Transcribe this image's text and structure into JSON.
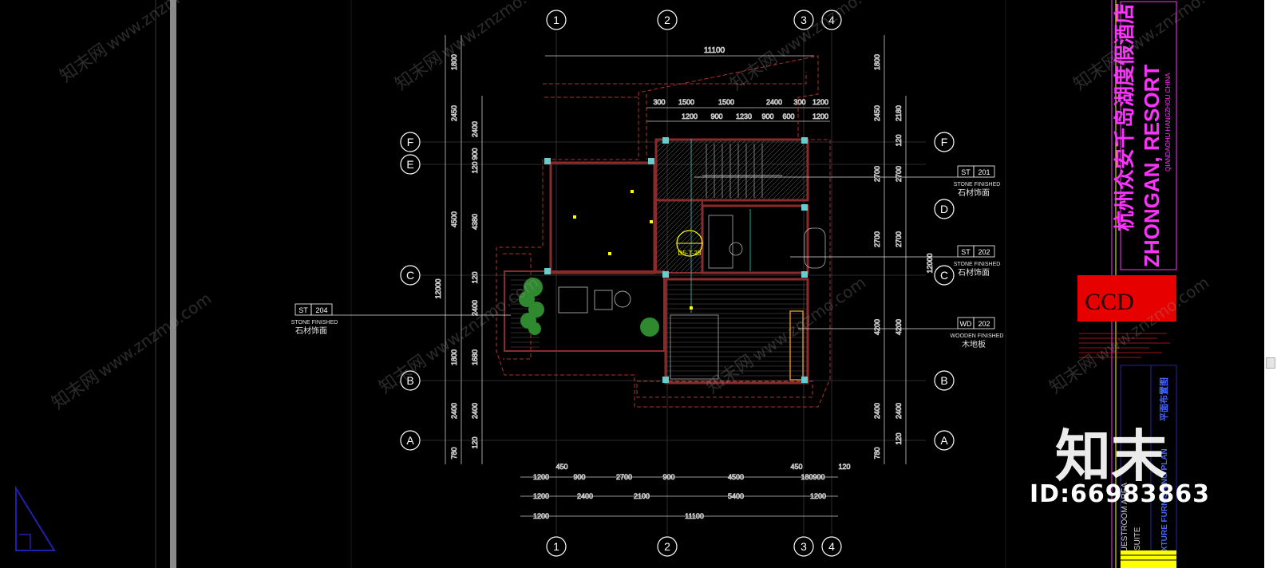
{
  "drawing": {
    "grid_columns": [
      "1",
      "2",
      "3",
      "4"
    ],
    "grid_rows_left": [
      "F",
      "E",
      "C",
      "B",
      "A"
    ],
    "grid_rows_right": [
      "F",
      "D",
      "C",
      "B",
      "A"
    ],
    "top_overall": "11100",
    "top_dims_row1": [
      "300",
      "1500",
      "1500",
      "2400",
      "300",
      "1200"
    ],
    "top_dims_row2": [
      "1200",
      "900",
      "1230",
      "900",
      "600",
      "1200"
    ],
    "left_dims_outer": [
      "1800",
      "2450",
      "4500",
      "12000",
      "1800",
      "2400",
      "780"
    ],
    "left_dims_inner": [
      "2400",
      "900",
      "120",
      "4380",
      "120",
      "2400",
      "1680",
      "2400",
      "120"
    ],
    "right_dims_outer": [
      "1800",
      "2450",
      "2700",
      "2700",
      "12000",
      "4200",
      "2400",
      "780"
    ],
    "right_dims_inner": [
      "2180",
      "120",
      "2700",
      "2700",
      "4200",
      "2400",
      "120"
    ],
    "bottom_row1": [
      "1200",
      "450",
      "900",
      "2700",
      "900",
      "4500",
      "450",
      "180",
      "900",
      "120"
    ],
    "bottom_row2": [
      "1200",
      "2400",
      "2100",
      "5400",
      "1200"
    ],
    "bottom_overall": "11100",
    "bottom_overall_left": "1200",
    "tags": [
      {
        "code": "ST",
        "num": "201",
        "en": "STONE FINISHED",
        "cn": "石材饰面"
      },
      {
        "code": "ST",
        "num": "202",
        "en": "STONE FINISHED",
        "cn": "石材饰面"
      },
      {
        "code": "WD",
        "num": "202",
        "en": "WOODEN FINISHED",
        "cn": "木地板"
      },
      {
        "code": "ST",
        "num": "204",
        "en": "STONE FINISHED",
        "cn": "石材饰面"
      }
    ],
    "section_mark": "D5-T-23"
  },
  "title_block": {
    "project_cn": "杭州众安千岛湖度假酒店",
    "project_en": "ZHONGAN, RESORT",
    "project_sub": "QIANDAOHU HANGZHOU CHINA",
    "logo": "CCD",
    "sheet_cn": "平面布置图",
    "sheet_en": "FIXTURE FURNISHING PLAN",
    "sheet_sub1": "GUESTROOM AREA",
    "sheet_sub2": "D SUITE"
  },
  "watermark": {
    "text_cn": "知末网",
    "text_url": "www.znzmo.com",
    "brand": "知末",
    "id": "ID:66983863"
  },
  "colors": {
    "background": "#000000",
    "wall": "#8b2a2a",
    "dim": "#d0d0d0",
    "grid_bubble": "#7a7aff",
    "accent_magenta": "#ff33ff",
    "accent_yellow": "#ffff00",
    "logo_red": "#e60000"
  }
}
